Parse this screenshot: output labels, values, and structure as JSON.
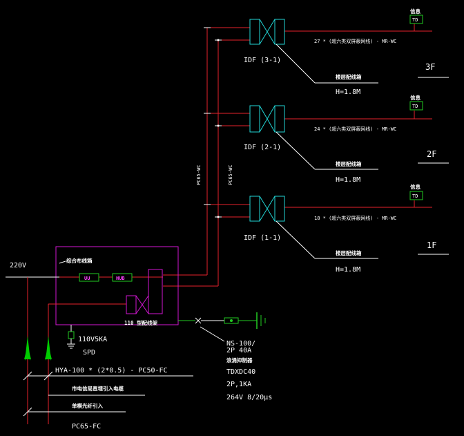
{
  "colors": {
    "background": "#000000",
    "cable_red": "#e8222d",
    "panel_magenta": "#d316d3",
    "idf_cyan": "#22d6d6",
    "text_white": "#ffffff",
    "spd_green": "#22cc22",
    "lightning_green": "#00cc00"
  },
  "floors": [
    {
      "idf": "IDF (3-1)",
      "cable": "27 * (超六类双屏蔽网线) - MR-WC",
      "frame": "楼层配线箱",
      "height": "H=1.8M",
      "floor": "3F",
      "outlet_label": "信息",
      "outlet": "TD"
    },
    {
      "idf": "IDF (2-1)",
      "cable": "24 * (超六类双屏蔽网线) - MR-WC",
      "frame": "楼层配线箱",
      "height": "H=1.8M",
      "floor": "2F",
      "outlet_label": "信息",
      "outlet": "TD"
    },
    {
      "idf": "IDF (1-1)",
      "cable": "18 * (超六类双屏蔽网线) - MR-WC",
      "frame": "楼层配线箱",
      "height": "H=1.8M",
      "floor": "1F",
      "outlet_label": "信息",
      "outlet": "TD"
    }
  ],
  "riser": {
    "left": "PC65-WC",
    "right": "PC65-WC"
  },
  "cabinet": {
    "title": "综合布线箱",
    "uu": "UU",
    "hub": "HUB",
    "patch": "110 型配线架"
  },
  "power_in": "220V",
  "spd": {
    "rating": "110V5KA",
    "label": "SPD"
  },
  "surge": {
    "model": "NS-100/",
    "spec": "2P 40A",
    "name": "浪涌抑制器",
    "code": "TDXDC40",
    "poles": "2P,1KA",
    "voltage": "264V 8/20μs"
  },
  "incoming": {
    "cable": "HYA-100 * (2*0.5) - PC50-FC",
    "telecom": "市电信局直埋引入电缆",
    "fiber": "单模光纤引入",
    "conduit": "PC65-FC"
  }
}
